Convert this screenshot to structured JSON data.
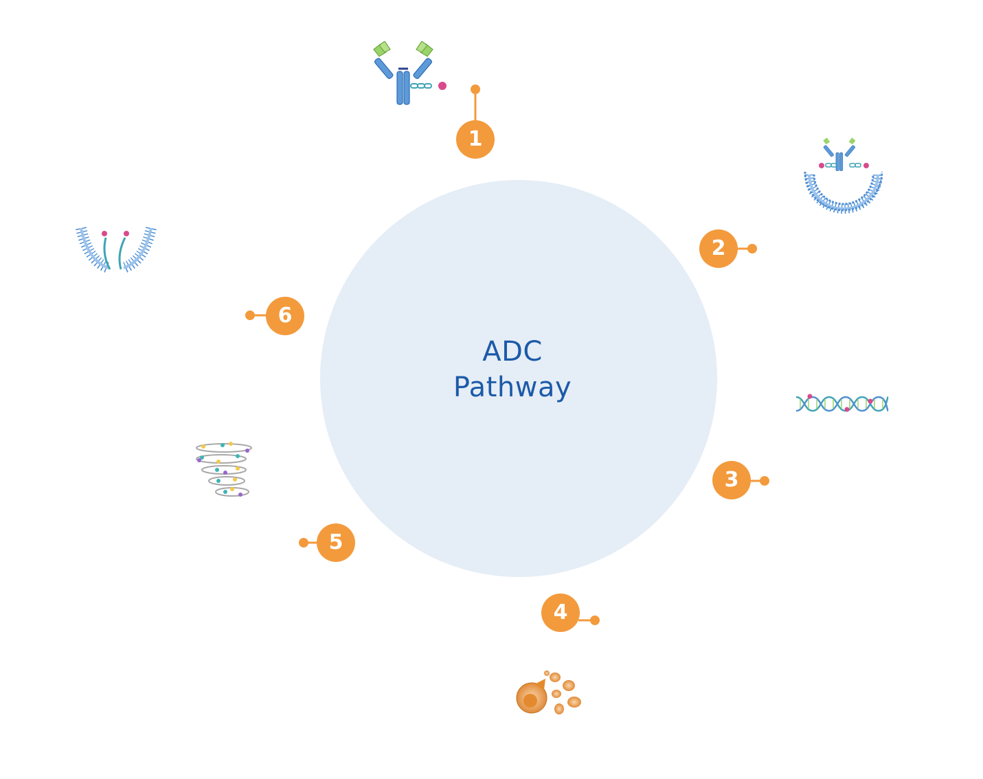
{
  "center": {
    "line1": "ADC",
    "line2": "Pathway"
  },
  "steps": [
    {
      "number": "1",
      "icon": "antibody-drug-conjugate-icon"
    },
    {
      "number": "2",
      "icon": "adc-binding-cell-membrane-icon"
    },
    {
      "number": "3",
      "icon": "dna-helix-icon"
    },
    {
      "number": "4",
      "icon": "cell-apoptosis-icon"
    },
    {
      "number": "5",
      "icon": "microtubule-disruption-icon"
    },
    {
      "number": "6",
      "icon": "payload-release-membrane-icon"
    }
  ],
  "colors": {
    "circle": "#e5edf6",
    "label": "#1c5aa8",
    "badge": "#f39a3c",
    "antibody_blue": "#4f8fd3",
    "antibody_green": "#9bd36a",
    "payload_pink": "#d94a8c",
    "linker_teal": "#3fa3b5"
  }
}
